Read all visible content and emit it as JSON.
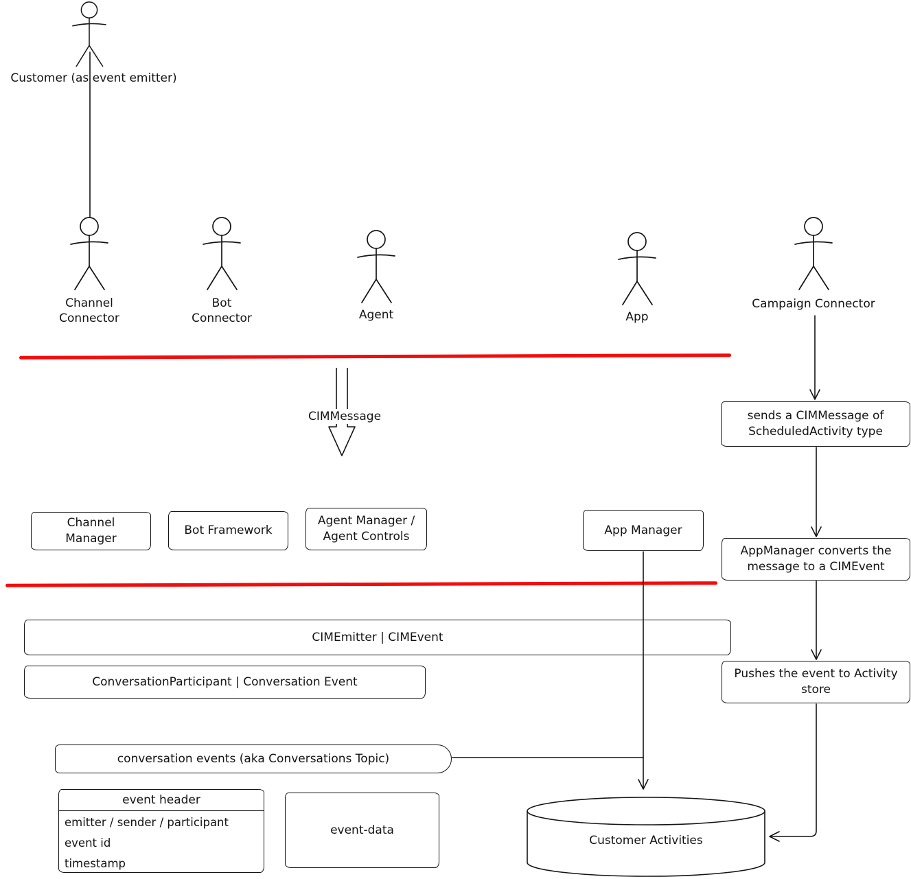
{
  "colors": {
    "stroke": "#141414",
    "divider": "#f40c0c"
  },
  "actors": {
    "customer": {
      "label": "Customer (as event emitter)"
    },
    "channel_connector": {
      "label": "Channel\nConnector"
    },
    "bot_connector": {
      "label": "Bot\nConnector"
    },
    "agent": {
      "label": "Agent"
    },
    "app": {
      "label": "App"
    },
    "campaign_connector": {
      "label": "Campaign Connector"
    }
  },
  "flow": {
    "cim_message_label": "CIMMessage"
  },
  "nodes": {
    "channel_manager": "Channel Manager",
    "bot_framework": "Bot Framework",
    "agent_manager": "Agent Manager / Agent Controls",
    "app_manager": "App Manager",
    "sends_scheduled": "sends a CIMMessage of ScheduledActivity type",
    "appmanager_converts": "AppManager converts the message to a CIMEvent",
    "pushes_event": "Pushes the event to Activity store",
    "cim_emitter": "CIMEmitter | CIMEvent",
    "conversation_participant": "ConversationParticipant | Conversation Event",
    "conversation_events": "conversation events (aka Conversations Topic)",
    "event_data": "event-data",
    "customer_activities": "Customer Activities"
  },
  "event_header": {
    "title": "event header",
    "rows": [
      "emitter / sender / participant",
      "event id",
      "timestamp"
    ]
  }
}
